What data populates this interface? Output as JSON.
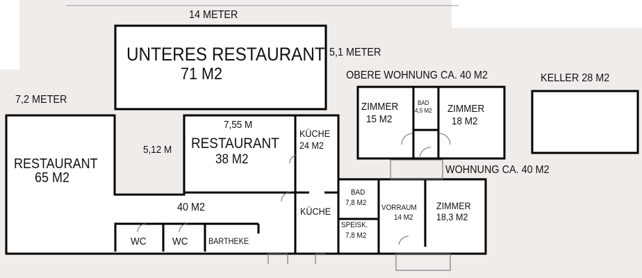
{
  "dimensions": {
    "top_width": "14 METER",
    "top_height": "5,1 METER",
    "left_height": "7,2 METER",
    "restaurant_width": "7,55 M",
    "restaurant_height": "5,12 M"
  },
  "rooms": {
    "unteres_restaurant": {
      "name": "UNTERES RESTAURANT",
      "area": "71 M2"
    },
    "restaurant_65": {
      "name": "RESTAURANT",
      "area": "65 M2"
    },
    "restaurant_38": {
      "name": "RESTAURANT",
      "area": "38 M2"
    },
    "kueche_24": {
      "name": "KÜCHE",
      "area": "24 M2"
    },
    "kueche": {
      "name": "KÜCHE"
    },
    "area_40": {
      "area": "40 M2"
    },
    "wc1": {
      "name": "WC"
    },
    "wc2": {
      "name": "WC"
    },
    "bartheke": {
      "name": "BARTHEKE"
    },
    "bad_78": {
      "name": "BAD",
      "area": "7,8 M2"
    },
    "speisk": {
      "name": "SPEISK.",
      "area": "7,8 M2"
    },
    "vorraum": {
      "name": "VORRAUM",
      "area": "14 M2"
    },
    "zimmer_183": {
      "name": "ZIMMER",
      "area": "18,3 M2"
    },
    "zimmer_15": {
      "name": "ZIMMER",
      "area": "15 M2"
    },
    "bad_45": {
      "name": "BAD",
      "area": "4,5 M2"
    },
    "zimmer_18": {
      "name": "ZIMMER",
      "area": "18 M2"
    },
    "keller": {
      "name": "KELLER 28 M2"
    }
  },
  "labels": {
    "obere_wohnung": "OBERE WOHNUNG CA. 40 M2",
    "wohnung": "WOHNUNG CA. 40 M2"
  }
}
